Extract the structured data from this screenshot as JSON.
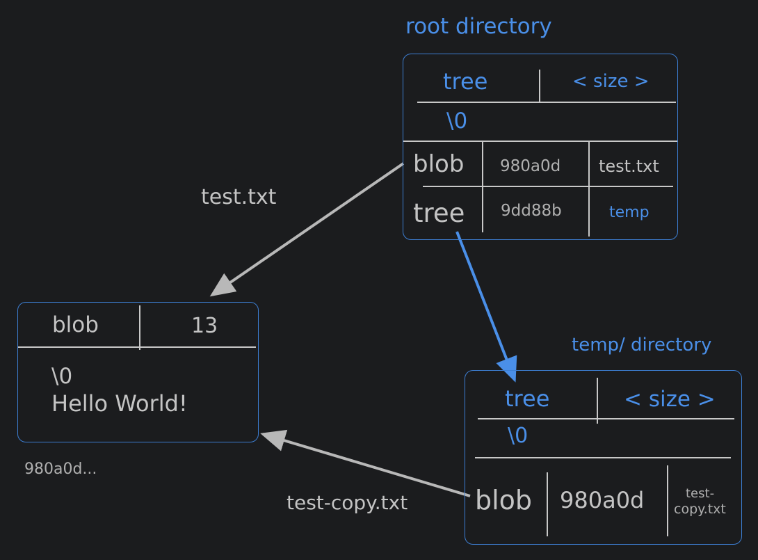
{
  "root": {
    "title": "root directory",
    "header_type": "tree",
    "header_size": "< size >",
    "null_char": "\\0",
    "entries": [
      {
        "type": "blob",
        "hash": "980a0d",
        "name": "test.txt"
      },
      {
        "type": "tree",
        "hash": "9dd88b",
        "name": "temp"
      }
    ]
  },
  "blob_object": {
    "type": "blob",
    "size": "13",
    "null_char": "\\0",
    "content": "Hello World!",
    "hash_label": "980a0d..."
  },
  "temp": {
    "title": "temp/ directory",
    "header_type": "tree",
    "header_size": "< size >",
    "null_char": "\\0",
    "entries": [
      {
        "type": "blob",
        "hash": "980a0d",
        "name_line1": "test-",
        "name_line2": "copy.txt"
      }
    ]
  },
  "arrows": {
    "root_to_blob_label": "test.txt",
    "temp_to_blob_label": "test-copy.txt"
  },
  "colors": {
    "background": "#1b1c1e",
    "accent": "#4a8fe8",
    "border": "#3d7fd4",
    "text": "#c4c4c4",
    "arrow_gray": "#b8b8b8"
  }
}
